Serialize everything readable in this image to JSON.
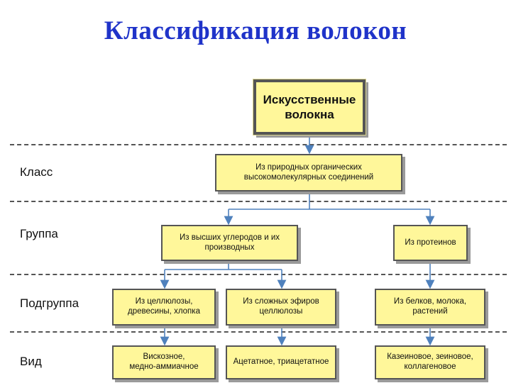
{
  "title": "Классификация волокон",
  "rows": {
    "class": "Класс",
    "group": "Группа",
    "subgroup": "Подгруппа",
    "type": "Вид"
  },
  "nodes": {
    "root": "Искусственные\nволокна",
    "class_main": "Из природных органических\nвысокомолекулярных соединений",
    "group_carbon": "Из высших углеродов и их\nпроизводных",
    "group_proteins": "Из протеинов",
    "sub_cellulose": "Из целлюлозы,\nдревесины, хлопка",
    "sub_esters": "Из сложных эфиров\nцеллюлозы",
    "sub_proteins": "Из белков, молока,\nрастений",
    "type_viscose": "Вискозное,\nмедно-аммиачное",
    "type_acetate": "Ацетатное, триацетатное",
    "type_casein": "Казеиновое, зеиновое,\nколлагеновое"
  },
  "colors": {
    "title": "#1f33c9",
    "box_fill": "#fff79a",
    "box_border": "#555555",
    "connector": "#4f81bd"
  }
}
